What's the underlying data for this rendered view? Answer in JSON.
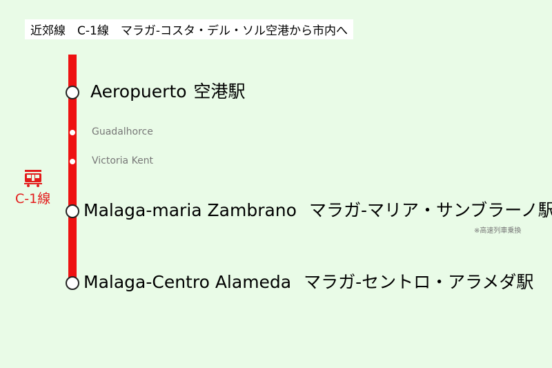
{
  "title": "近郊線　C-1線　マラガ-コスタ・デル・ソル空港から市内へ",
  "line": {
    "label": "C-1線",
    "icon": "train-icon",
    "color": "#ee1111"
  },
  "stations": [
    {
      "name_en": "Aeropuerto",
      "name_ja": "空港駅"
    },
    {
      "name_en": "Malaga-maria Zambrano",
      "name_ja": "マラガ-マリア・サンブラーノ駅"
    },
    {
      "name_en": "Malaga-Centro Alameda",
      "name_ja": "マラガ-セントロ・アラメダ駅"
    }
  ],
  "minor_stations": [
    {
      "name": "Guadalhorce"
    },
    {
      "name": "Victoria Kent"
    }
  ],
  "note": "※高速列車乗換"
}
